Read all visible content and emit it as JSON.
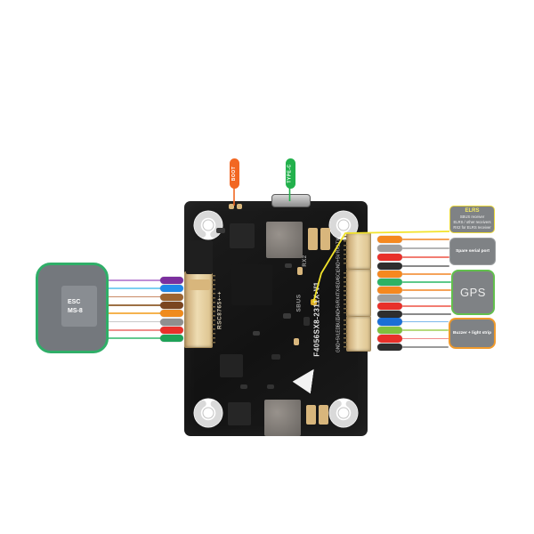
{
  "diagram": {
    "board": {
      "silkscreen": {
        "model": "F4056SX8-2311X-V1",
        "sbus": "SBUS",
        "rx2": "RX2",
        "esc_port": "RSC8765+-+"
      }
    },
    "top_labels": {
      "boot": {
        "text": "BOOT",
        "color": "#f26722"
      },
      "type_c": {
        "text": "TYPE-C",
        "color": "#22b14c"
      }
    },
    "esc_module": {
      "title": "ESC",
      "subtitle": "MS-8",
      "border_color": "#2fae68",
      "pin_colors": [
        "#7b2f9e",
        "#1f87e8",
        "#9c6430",
        "#7a4520",
        "#ef8b1d",
        "#8f8f8f",
        "#e8302a",
        "#1fa258"
      ],
      "wire_colors": [
        "#c08fd6",
        "#7fd0f2",
        "#c98a66",
        "#9c7044",
        "#f5b34f",
        "#c9c9c9",
        "#f0908c",
        "#63c98f"
      ]
    },
    "receiver_callout": {
      "title": "ELRS",
      "lines": [
        "SBUS receiver",
        "ELRS / other receivers",
        "RX2 for ELRS receiver"
      ],
      "border_color": "#ead839",
      "wire_color": "#f2e32b"
    },
    "ports": [
      {
        "id": "spare-serial",
        "pins": [
          "TX1",
          "RX1",
          "+5V",
          "GND"
        ],
        "pin_colors": [
          "#f5881f",
          "#9e9e9e",
          "#e8302a",
          "#2e2e2e"
        ],
        "wire_colors": [
          "#f5a35a",
          "#b5b5b5",
          "#f27d72",
          "#8a8a8a"
        ],
        "callout": {
          "text": "Spare serial port",
          "border_color": "#999c9e"
        }
      },
      {
        "id": "gps",
        "pins": [
          "SCL",
          "SDA",
          "TX4",
          "RX4",
          "+5V",
          "GND"
        ],
        "pin_colors": [
          "#f5881f",
          "#2db264",
          "#f5881f",
          "#9e9e9e",
          "#e8302a",
          "#2e2e2e"
        ],
        "wire_colors": [
          "#f5a35a",
          "#5ec98a",
          "#f5a35a",
          "#bdbdbd",
          "#f27d72",
          "#8a8a8a"
        ],
        "callout": {
          "text": "GPS",
          "border_color": "#62bf4d"
        }
      },
      {
        "id": "buzzer-led",
        "pins": [
          "BUZ-",
          "LED",
          "+5V",
          "GND"
        ],
        "pin_colors": [
          "#1b6fd6",
          "#7fc13d",
          "#e8302a",
          "#2e2e2e"
        ],
        "wire_colors": [
          "#7db9ec",
          "#b7da7d",
          "#f28b8b",
          "#9a9a9a"
        ],
        "callout": {
          "text": "Buzzer + light strip",
          "border_color": "#ef9a2d"
        }
      }
    ]
  }
}
